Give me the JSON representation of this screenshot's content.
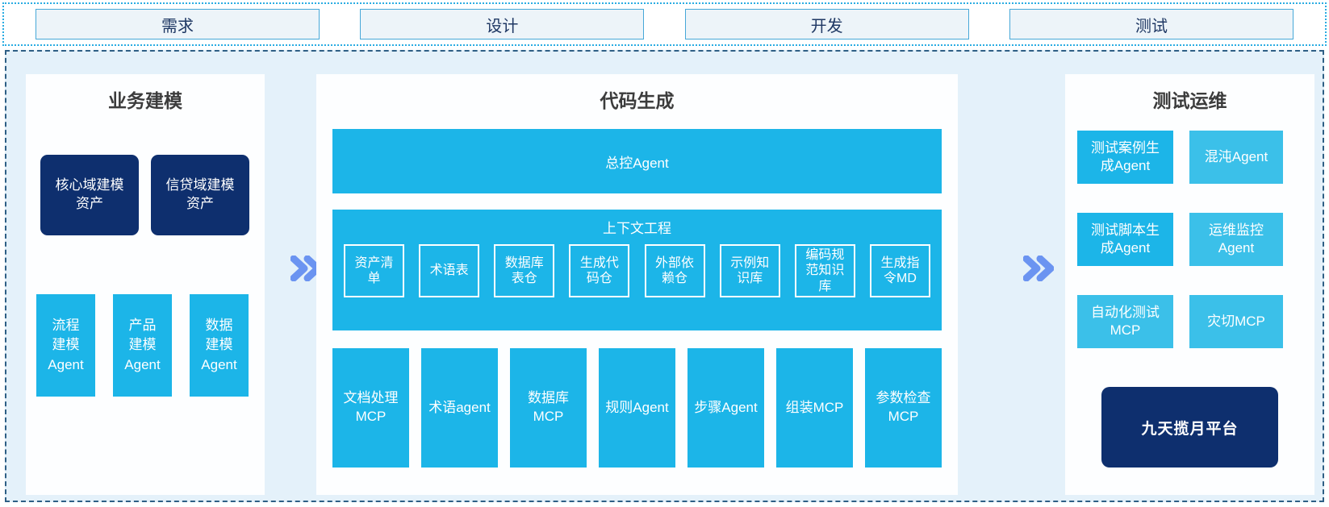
{
  "stages": [
    "需求",
    "设计",
    "开发",
    "测试"
  ],
  "colors": {
    "cyan": "#1CB5E8",
    "cyan_light": "#3BC0E9",
    "navy": "#0E2F6E",
    "arrow_blue": "#6B94F1",
    "container_bg": "#E4F1FA",
    "panel_bg": "#FDFEFF",
    "stage_border": "#47A8D8",
    "dashed_border": "#2E5F85"
  },
  "panels": {
    "business": {
      "title": "业务建模",
      "asset_boxes": [
        "核心域建模\n资产",
        "信贷域建模\n资产"
      ],
      "agent_boxes": [
        "流程\n建模\nAgent",
        "产品\n建模\nAgent",
        "数据\n建模\nAgent"
      ]
    },
    "codegen": {
      "title": "代码生成",
      "master_agent": "总控Agent",
      "context": {
        "title": "上下文工程",
        "items": [
          "资产清\n单",
          "术语表",
          "数据库\n表仓",
          "生成代\n码仓",
          "外部依\n赖仓",
          "示例知\n识库",
          "编码规\n范知识\n库",
          "生成指\n令MD"
        ]
      },
      "mcp_row": [
        "文档处理\nMCP",
        "术语agent",
        "数据库\nMCP",
        "规则Agent",
        "步骤Agent",
        "组装MCP",
        "参数检查\nMCP"
      ]
    },
    "testops": {
      "title": "测试运维",
      "boxes": [
        "测试案例生\n成Agent",
        "混沌Agent",
        "测试脚本生\n成Agent",
        "运维监控\nAgent",
        "自动化测试\nMCP",
        "灾切MCP"
      ],
      "platform": "九天揽月平台"
    }
  }
}
